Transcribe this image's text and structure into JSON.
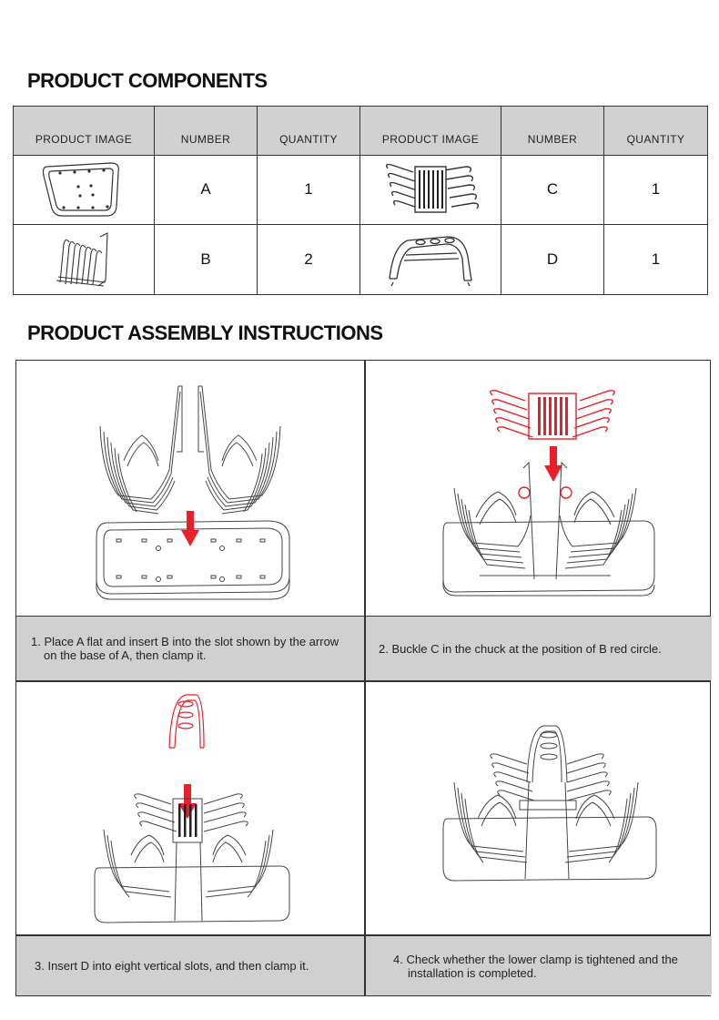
{
  "components": {
    "title": "PRODUCT COMPONENTS",
    "headers": [
      "PRODUCT IMAGE",
      "NUMBER",
      "QUANTITY",
      "PRODUCT IMAGE",
      "NUMBER",
      "QUANTITY"
    ],
    "rows": [
      [
        {
          "icon": "base-tray-icon",
          "number": "A",
          "quantity": "1"
        },
        {
          "icon": "clip-rack-icon",
          "number": "C",
          "quantity": "1"
        }
      ],
      [
        {
          "icon": "side-rack-icon",
          "number": "B",
          "quantity": "2"
        },
        {
          "icon": "handle-bracket-icon",
          "number": "D",
          "quantity": "1"
        }
      ]
    ]
  },
  "assembly": {
    "title": "PRODUCT ASSEMBLY INSTRUCTIONS",
    "accent_color": "#e8202a",
    "steps": [
      {
        "icon": "step-1-illustration",
        "text": "1. Place A flat and insert B into the slot shown by the arrow on the base of A, then clamp it."
      },
      {
        "icon": "step-2-illustration",
        "text": "2. Buckle C in the chuck at the position of B red circle."
      },
      {
        "icon": "step-3-illustration",
        "text": "3. Insert D into eight vertical slots, and then clamp it."
      },
      {
        "icon": "step-4-illustration",
        "text": "4. Check whether the lower clamp is tightened and the installation is completed."
      }
    ]
  }
}
